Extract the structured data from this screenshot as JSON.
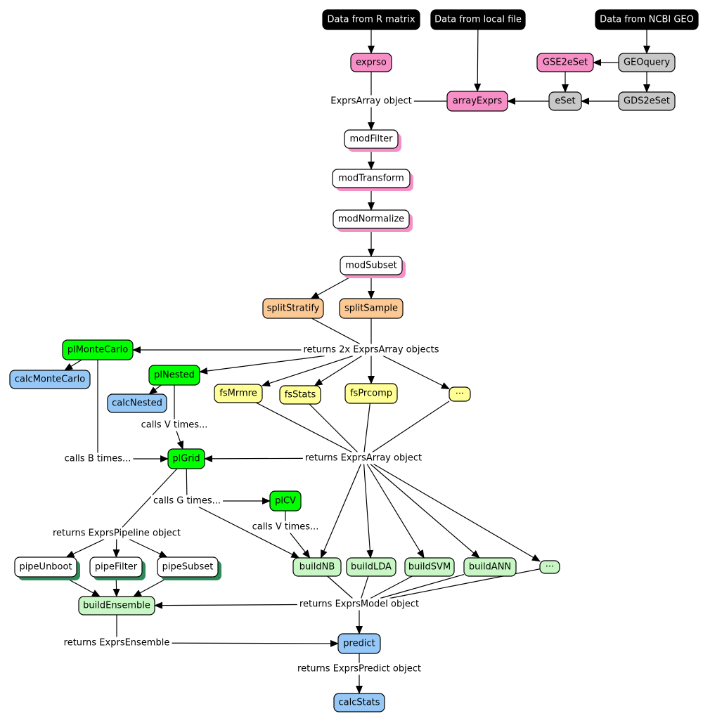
{
  "colors": {
    "black": "#000000",
    "pink": "#f78fc7",
    "gray": "#c8c8c8",
    "white": "#ffffff",
    "orange": "#fcc995",
    "yellow": "#ffff96",
    "green": "#00ff00",
    "lightgreen": "#c8f7c5",
    "blue": "#96c8f7",
    "shadow_pink": "#f78fc7",
    "shadow_green": "#2e8b57"
  },
  "nodes": [
    {
      "id": "src_r",
      "label": "Data from R matrix",
      "fill": "black"
    },
    {
      "id": "src_local",
      "label": "Data from local file",
      "fill": "black"
    },
    {
      "id": "src_ncbi",
      "label": "Data from NCBI GEO",
      "fill": "black"
    },
    {
      "id": "exprso",
      "label": "exprso",
      "fill": "pink"
    },
    {
      "id": "gse2eset",
      "label": "GSE2eSet",
      "fill": "pink"
    },
    {
      "id": "geoquery",
      "label": "GEOquery",
      "fill": "gray"
    },
    {
      "id": "arrayexprs",
      "label": "arrayExprs",
      "fill": "pink"
    },
    {
      "id": "eset",
      "label": "eSet",
      "fill": "gray"
    },
    {
      "id": "gds2eset",
      "label": "GDS2eSet",
      "fill": "gray"
    },
    {
      "id": "modfilter",
      "label": "modFilter",
      "fill": "white",
      "shadow": "shadow_pink"
    },
    {
      "id": "modtransform",
      "label": "modTransform",
      "fill": "white",
      "shadow": "shadow_pink"
    },
    {
      "id": "modnormalize",
      "label": "modNormalize",
      "fill": "white",
      "shadow": "shadow_pink"
    },
    {
      "id": "modsubset",
      "label": "modSubset",
      "fill": "white",
      "shadow": "shadow_pink"
    },
    {
      "id": "splitstratify",
      "label": "splitStratify",
      "fill": "orange"
    },
    {
      "id": "splitsample",
      "label": "splitSample",
      "fill": "orange"
    },
    {
      "id": "plmontecarlo",
      "label": "plMonteCarlo",
      "fill": "green"
    },
    {
      "id": "calcmontecarlo",
      "label": "calcMonteCarlo",
      "fill": "blue"
    },
    {
      "id": "plnested",
      "label": "plNested",
      "fill": "green"
    },
    {
      "id": "calcnested",
      "label": "calcNested",
      "fill": "blue"
    },
    {
      "id": "fsmrmre",
      "label": "fsMrmre",
      "fill": "yellow"
    },
    {
      "id": "fsstats",
      "label": "fsStats",
      "fill": "yellow"
    },
    {
      "id": "fsprcomp",
      "label": "fsPrcomp",
      "fill": "yellow"
    },
    {
      "id": "fsmore",
      "label": "···",
      "fill": "yellow"
    },
    {
      "id": "plgrid",
      "label": "plGrid",
      "fill": "green"
    },
    {
      "id": "plcv",
      "label": "plCV",
      "fill": "green"
    },
    {
      "id": "pipeunboot",
      "label": "pipeUnboot",
      "fill": "white",
      "shadow": "shadow_green"
    },
    {
      "id": "pipefilter",
      "label": "pipeFilter",
      "fill": "white",
      "shadow": "shadow_green"
    },
    {
      "id": "pipesubset",
      "label": "pipeSubset",
      "fill": "white",
      "shadow": "shadow_green"
    },
    {
      "id": "buildnb",
      "label": "buildNB",
      "fill": "lightgreen"
    },
    {
      "id": "buildlda",
      "label": "buildLDA",
      "fill": "lightgreen"
    },
    {
      "id": "buildsvm",
      "label": "buildSVM",
      "fill": "lightgreen"
    },
    {
      "id": "buildann",
      "label": "buildANN",
      "fill": "lightgreen"
    },
    {
      "id": "buildmore",
      "label": "···",
      "fill": "lightgreen"
    },
    {
      "id": "buildensemble",
      "label": "buildEnsemble",
      "fill": "lightgreen"
    },
    {
      "id": "predict",
      "label": "predict",
      "fill": "blue"
    },
    {
      "id": "calcstats",
      "label": "calcStats",
      "fill": "blue"
    }
  ],
  "labels": [
    {
      "id": "lbl_exprsarray",
      "text": "ExprsArray object"
    },
    {
      "id": "lbl_returns2x",
      "text": "returns 2x ExprsArray objects"
    },
    {
      "id": "lbl_callsv1",
      "text": "calls V times..."
    },
    {
      "id": "lbl_callsb",
      "text": "calls B times..."
    },
    {
      "id": "lbl_returnsarray",
      "text": "returns ExprsArray object"
    },
    {
      "id": "lbl_callsg",
      "text": "calls G times..."
    },
    {
      "id": "lbl_callsv2",
      "text": "calls V times..."
    },
    {
      "id": "lbl_returnspipeline",
      "text": "returns ExprsPipeline object"
    },
    {
      "id": "lbl_returnsmodel",
      "text": "returns ExprsModel object"
    },
    {
      "id": "lbl_returnsensemble",
      "text": "returns ExprsEnsemble"
    },
    {
      "id": "lbl_returnspredict",
      "text": "returns ExprsPredict object"
    }
  ],
  "edges": [
    {
      "from": "src_r",
      "to": "exprso"
    },
    {
      "from": "src_local",
      "to": "arrayexprs"
    },
    {
      "from": "src_ncbi",
      "to": "geoquery"
    },
    {
      "from": "geoquery",
      "to": "gse2eset"
    },
    {
      "from": "geoquery",
      "to": "gds2eset"
    },
    {
      "from": "gse2eset",
      "to": "eset"
    },
    {
      "from": "gds2eset",
      "to": "eset"
    },
    {
      "from": "eset",
      "to": "arrayexprs"
    },
    {
      "from": "exprso",
      "to": "lbl_exprsarray",
      "arrow": false
    },
    {
      "from": "arrayexprs",
      "to": "lbl_exprsarray",
      "arrow": false
    },
    {
      "from": "lbl_exprsarray",
      "to": "modfilter"
    },
    {
      "from": "modfilter",
      "to": "modtransform"
    },
    {
      "from": "modtransform",
      "to": "modnormalize"
    },
    {
      "from": "modnormalize",
      "to": "modsubset"
    },
    {
      "from": "modsubset",
      "to": "splitstratify"
    },
    {
      "from": "modsubset",
      "to": "splitsample"
    },
    {
      "from": "splitstratify",
      "to": "lbl_returns2x",
      "arrow": false
    },
    {
      "from": "splitsample",
      "to": "lbl_returns2x",
      "arrow": false
    },
    {
      "from": "lbl_returns2x",
      "to": "plmontecarlo"
    },
    {
      "from": "lbl_returns2x",
      "to": "plnested"
    },
    {
      "from": "lbl_returns2x",
      "to": "fsmrmre"
    },
    {
      "from": "lbl_returns2x",
      "to": "fsstats"
    },
    {
      "from": "lbl_returns2x",
      "to": "fsprcomp"
    },
    {
      "from": "lbl_returns2x",
      "to": "fsmore"
    },
    {
      "from": "plmontecarlo",
      "to": "calcmontecarlo"
    },
    {
      "from": "plnested",
      "to": "calcnested"
    },
    {
      "from": "plmontecarlo",
      "to": "lbl_callsb",
      "arrow": false
    },
    {
      "from": "lbl_callsb",
      "to": "plgrid"
    },
    {
      "from": "plnested",
      "to": "lbl_callsv1",
      "arrow": false
    },
    {
      "from": "lbl_callsv1",
      "to": "plgrid"
    },
    {
      "from": "fsmrmre",
      "to": "lbl_returnsarray",
      "arrow": false
    },
    {
      "from": "fsstats",
      "to": "lbl_returnsarray",
      "arrow": false
    },
    {
      "from": "fsprcomp",
      "to": "lbl_returnsarray",
      "arrow": false
    },
    {
      "from": "fsmore",
      "to": "lbl_returnsarray",
      "arrow": false
    },
    {
      "from": "lbl_returnsarray",
      "to": "plgrid"
    },
    {
      "from": "lbl_returnsarray",
      "to": "buildnb"
    },
    {
      "from": "lbl_returnsarray",
      "to": "buildlda"
    },
    {
      "from": "lbl_returnsarray",
      "to": "buildsvm"
    },
    {
      "from": "lbl_returnsarray",
      "to": "buildann"
    },
    {
      "from": "lbl_returnsarray",
      "to": "buildmore"
    },
    {
      "from": "plgrid",
      "to": "lbl_callsg",
      "arrow": false
    },
    {
      "from": "lbl_callsg",
      "to": "plcv"
    },
    {
      "from": "lbl_callsg",
      "to": "buildnb"
    },
    {
      "from": "plcv",
      "to": "lbl_callsv2",
      "arrow": false
    },
    {
      "from": "lbl_callsv2",
      "to": "buildnb"
    },
    {
      "from": "plgrid",
      "to": "lbl_returnspipeline",
      "arrow": false
    },
    {
      "from": "lbl_returnspipeline",
      "to": "pipeunboot"
    },
    {
      "from": "lbl_returnspipeline",
      "to": "pipefilter"
    },
    {
      "from": "lbl_returnspipeline",
      "to": "pipesubset"
    },
    {
      "from": "pipeunboot",
      "to": "buildensemble"
    },
    {
      "from": "pipefilter",
      "to": "buildensemble"
    },
    {
      "from": "pipesubset",
      "to": "buildensemble"
    },
    {
      "from": "buildnb",
      "to": "lbl_returnsmodel",
      "arrow": false
    },
    {
      "from": "buildlda",
      "to": "lbl_returnsmodel",
      "arrow": false
    },
    {
      "from": "buildsvm",
      "to": "lbl_returnsmodel",
      "arrow": false
    },
    {
      "from": "buildann",
      "to": "lbl_returnsmodel",
      "arrow": false
    },
    {
      "from": "buildmore",
      "to": "lbl_returnsmodel",
      "arrow": false
    },
    {
      "from": "lbl_returnsmodel",
      "to": "buildensemble"
    },
    {
      "from": "lbl_returnsmodel",
      "to": "predict"
    },
    {
      "from": "buildensemble",
      "to": "lbl_returnsensemble",
      "arrow": false
    },
    {
      "from": "lbl_returnsensemble",
      "to": "predict"
    },
    {
      "from": "predict",
      "to": "lbl_returnspredict",
      "arrow": false
    },
    {
      "from": "lbl_returnspredict",
      "to": "calcstats"
    }
  ]
}
